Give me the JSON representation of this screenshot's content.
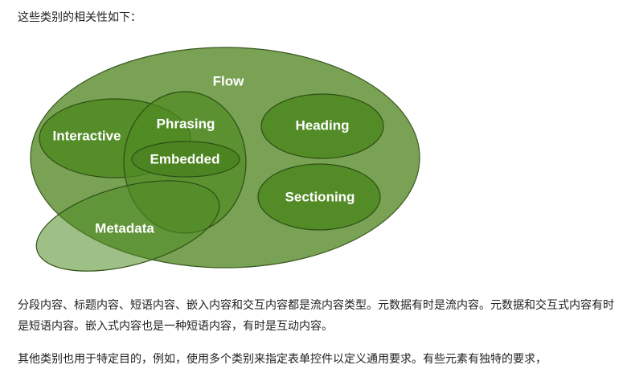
{
  "intro": "这些类别的相关性如下：",
  "diagram": {
    "colors": {
      "fill": "#6e9a45",
      "stroke": "#3a5820"
    },
    "labels": {
      "flow": "Flow",
      "interactive": "Interactive",
      "phrasing": "Phrasing",
      "embedded": "Embedded",
      "heading": "Heading",
      "sectioning": "Sectioning",
      "metadata": "Metadata"
    }
  },
  "paragraphs": {
    "p1": "分段内容、标题内容、短语内容、嵌入内容和交互内容都是流内容类型。元数据有时是流内容。元数据和交互式内容有时是短语内容。嵌入式内容也是一种短语内容，有时是互动内容。",
    "p2": "其他类别也用于特定目的，例如，使用多个类别来指定表单控件以定义通用要求。有些元素有独特的要求，"
  }
}
